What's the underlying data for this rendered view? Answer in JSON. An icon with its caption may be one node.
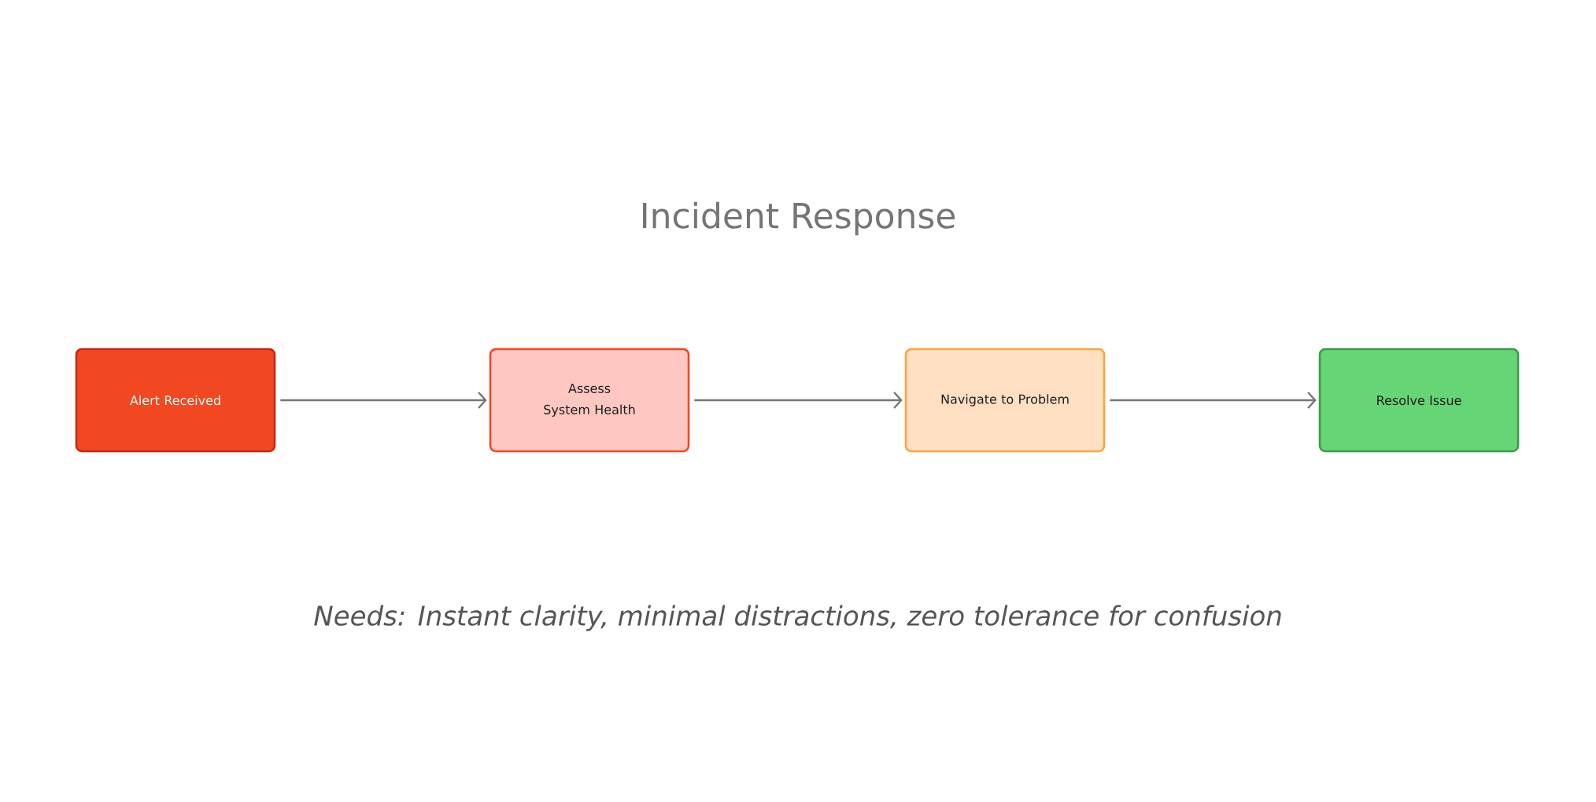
{
  "diagram": {
    "title": "Incident Response",
    "nodes": [
      {
        "text": [
          "Alert Received"
        ]
      },
      {
        "text": [
          "Assess System Health"
        ]
      },
      {
        "text": [
          "Navigate to Problem"
        ]
      },
      {
        "text": [
          "Resolve Issue"
        ]
      }
    ],
    "edges": [
      {
        "from": 0,
        "to": 1,
        "arrow": "to"
      },
      {
        "from": 1,
        "to": 2,
        "arrow": "to"
      },
      {
        "from": 2,
        "to": 3,
        "arrow": "to"
      }
    ],
    "caption": "Needs: Instant clarity, minimal distractions, zero tolerance for confusion"
  }
}
